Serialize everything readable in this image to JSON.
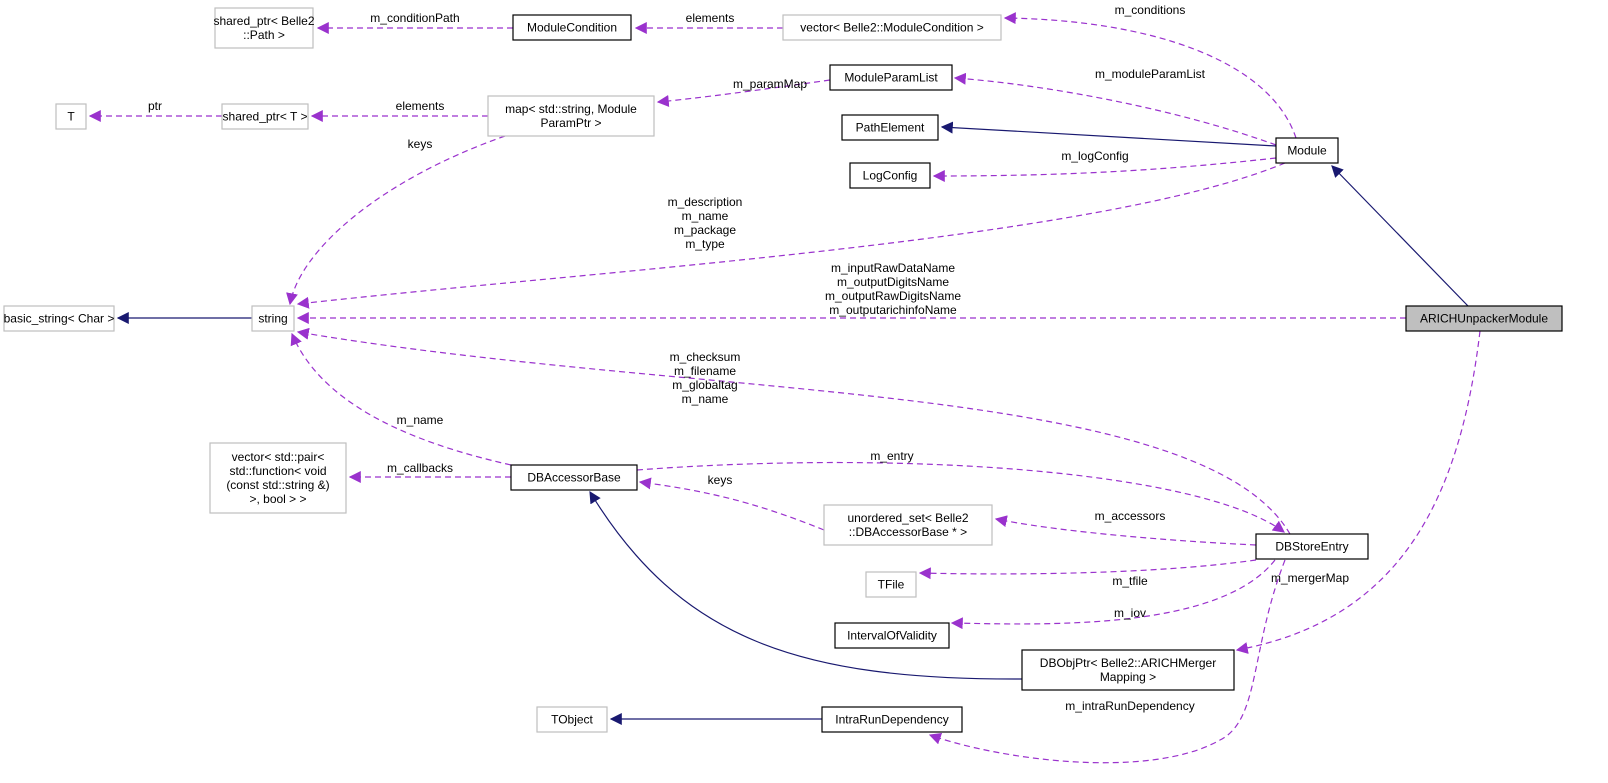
{
  "title": "ARICHUnpackerModule collaboration diagram",
  "colors": {
    "dependency": "#9a32cd",
    "inheritance": "#191970",
    "focus_fill": "#bfbfbf",
    "external_border": "#bfbfbf"
  },
  "nodes": [
    {
      "id": "shared_path",
      "lines": [
        "shared_ptr< Belle2",
        "::Path >"
      ],
      "external": true
    },
    {
      "id": "module_condition",
      "lines": [
        "ModuleCondition"
      ]
    },
    {
      "id": "vector_modcond",
      "lines": [
        "vector< Belle2::ModuleCondition >"
      ],
      "external": true
    },
    {
      "id": "t",
      "lines": [
        "T"
      ],
      "external": true
    },
    {
      "id": "shared_t",
      "lines": [
        "shared_ptr< T >"
      ],
      "external": true
    },
    {
      "id": "map",
      "lines": [
        "map< std::string, Module",
        "ParamPtr >"
      ],
      "external": true
    },
    {
      "id": "module_param_list",
      "lines": [
        "ModuleParamList"
      ]
    },
    {
      "id": "path_element",
      "lines": [
        "PathElement"
      ]
    },
    {
      "id": "log_config",
      "lines": [
        "LogConfig"
      ]
    },
    {
      "id": "module",
      "lines": [
        "Module"
      ]
    },
    {
      "id": "basic_string",
      "lines": [
        "basic_string< Char >"
      ],
      "external": true
    },
    {
      "id": "string",
      "lines": [
        "string"
      ],
      "external": true
    },
    {
      "id": "arich",
      "lines": [
        "ARICHUnpackerModule"
      ],
      "focus": true
    },
    {
      "id": "vector_pair",
      "lines": [
        "vector< std::pair<",
        "std::function< void",
        "(const std::string &)",
        ">, bool > >"
      ],
      "external": true
    },
    {
      "id": "db_accessor_base",
      "lines": [
        "DBAccessorBase"
      ]
    },
    {
      "id": "unordered_set",
      "lines": [
        "unordered_set< Belle2",
        "::DBAccessorBase * >"
      ],
      "external": true
    },
    {
      "id": "db_store_entry",
      "lines": [
        "DBStoreEntry"
      ]
    },
    {
      "id": "tfile",
      "lines": [
        "TFile"
      ],
      "external": true
    },
    {
      "id": "interval_of_validity",
      "lines": [
        "IntervalOfValidity"
      ]
    },
    {
      "id": "db_obj_ptr",
      "lines": [
        "DBObjPtr< Belle2::ARICHMerger",
        "Mapping >"
      ]
    },
    {
      "id": "tobject",
      "lines": [
        "TObject"
      ],
      "external": true
    },
    {
      "id": "intra_run_dependency",
      "lines": [
        "IntraRunDependency"
      ]
    }
  ],
  "edges": [
    {
      "from": "module_condition",
      "to": "shared_path",
      "kind": "dependency",
      "labels": [
        "m_conditionPath"
      ]
    },
    {
      "from": "vector_modcond",
      "to": "module_condition",
      "kind": "dependency",
      "labels": [
        "elements"
      ]
    },
    {
      "from": "module",
      "to": "vector_modcond",
      "kind": "dependency",
      "labels": [
        "m_conditions"
      ]
    },
    {
      "from": "module",
      "to": "module_param_list",
      "kind": "dependency",
      "labels": [
        "m_moduleParamList"
      ]
    },
    {
      "from": "module_param_list",
      "to": "map",
      "kind": "dependency",
      "labels": [
        "m_paramMap"
      ]
    },
    {
      "from": "map",
      "to": "shared_t",
      "kind": "dependency",
      "labels": [
        "elements"
      ]
    },
    {
      "from": "shared_t",
      "to": "t",
      "kind": "dependency",
      "labels": [
        "ptr"
      ]
    },
    {
      "from": "map",
      "to": "string",
      "kind": "dependency",
      "labels": [
        "keys"
      ]
    },
    {
      "from": "module",
      "to": "path_element",
      "kind": "inheritance",
      "labels": []
    },
    {
      "from": "module",
      "to": "log_config",
      "kind": "dependency",
      "labels": [
        "m_logConfig"
      ]
    },
    {
      "from": "module",
      "to": "string",
      "kind": "dependency",
      "labels": [
        "m_description",
        "m_name",
        "m_package",
        "m_type"
      ]
    },
    {
      "from": "arich",
      "to": "module",
      "kind": "inheritance",
      "labels": []
    },
    {
      "from": "arich",
      "to": "string",
      "kind": "dependency",
      "labels": [
        "m_inputRawDataName",
        "m_outputDigitsName",
        "m_outputRawDigitsName",
        "m_outputarichinfoName"
      ]
    },
    {
      "from": "string",
      "to": "basic_string",
      "kind": "inheritance",
      "labels": []
    },
    {
      "from": "db_store_entry",
      "to": "string",
      "kind": "dependency",
      "labels": [
        "m_checksum",
        "m_filename",
        "m_globaltag",
        "m_name"
      ]
    },
    {
      "from": "db_accessor_base",
      "to": "string",
      "kind": "dependency",
      "labels": [
        "m_name"
      ]
    },
    {
      "from": "db_accessor_base",
      "to": "vector_pair",
      "kind": "dependency",
      "labels": [
        "m_callbacks"
      ]
    },
    {
      "from": "db_accessor_base",
      "to": "db_store_entry",
      "kind": "dependency",
      "labels": [
        "m_entry"
      ]
    },
    {
      "from": "unordered_set",
      "to": "db_accessor_base",
      "kind": "dependency",
      "labels": [
        "keys"
      ]
    },
    {
      "from": "db_store_entry",
      "to": "unordered_set",
      "kind": "dependency",
      "labels": [
        "m_accessors"
      ]
    },
    {
      "from": "db_store_entry",
      "to": "tfile",
      "kind": "dependency",
      "labels": [
        "m_tfile"
      ]
    },
    {
      "from": "db_store_entry",
      "to": "interval_of_validity",
      "kind": "dependency",
      "labels": [
        "m_iov"
      ]
    },
    {
      "from": "db_obj_ptr",
      "to": "db_accessor_base",
      "kind": "inheritance",
      "labels": []
    },
    {
      "from": "arich",
      "to": "db_obj_ptr",
      "kind": "dependency",
      "labels": [
        "m_mergerMap"
      ]
    },
    {
      "from": "intra_run_dependency",
      "to": "tobject",
      "kind": "inheritance",
      "labels": []
    },
    {
      "from": "db_store_entry",
      "to": "intra_run_dependency",
      "kind": "dependency",
      "labels": [
        "m_intraRunDependency"
      ]
    }
  ]
}
